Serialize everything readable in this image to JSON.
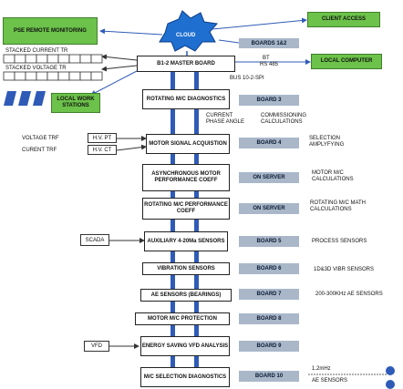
{
  "cloud": "CLOUD",
  "remote": "PSE REMOTE MONITORING",
  "client": "CLIENT ACCESS",
  "boards12": "BOARDS 1&2",
  "master": "B1-2 MASTER BOARD",
  "bt": "BT",
  "rs485": "RS 485",
  "local_computer": "LOCAL COMPUTER",
  "stacked_current": "STACKED CURRENT TR",
  "stacked_voltage": "STACKED VOLTAGE TR",
  "local_work": "LOCAL WORK STATIONS",
  "bus": "BUS 10-2-SPI",
  "rotating_diag": "ROTATING M/C DIAGNOSTICS",
  "board3": "BOARD 3",
  "current_phase": "CURRENT PHASE ANGLE",
  "commissioning": "COMMISSIONING CALCULATIONS",
  "voltage_trf": "VOLTAGE TRF",
  "current_trf": "CURENT TRF",
  "hv_pt": "H.V. PT",
  "hv_ct": "H.V. CT",
  "motor_signal": "MOTOR SIGNAL ACQUISTION",
  "board4": "BOARD 4",
  "selection": "SELECTION AMPLYFYING",
  "async_motor": "ASYNCHRONOUS MOTOR PERFORMANCE COEFF",
  "on_server_1": "ON SERVER",
  "motor_calc": "MOTOR M/C CALCULATIONS",
  "rot_perf": "ROTATING M/C PERFORMANCE COEFF",
  "on_server_2": "ON SERVER",
  "rot_math": "ROTATING M/C MATH CALCULATIONS",
  "scada": "SCADA",
  "aux": "AUXILIARY 4-20Ma SENSORS",
  "board5": "BOARD 5",
  "process": "PROCESS SENSORS",
  "vibration": "VIBRATION SENSORS",
  "board6": "BOARD 6",
  "vibr_note": "1D&3D VIBR SENSORS",
  "ae": "AE SENSORS (BEARINGS)",
  "board7": "BOARD 7",
  "ae_note": "200-300KHz AE SENSORS",
  "protection": "MOTOR M/C PROTECTION",
  "board8": "BOARD 8",
  "vfd": "VFD",
  "energy": "ENERGY SAVING VFD ANALYSIS",
  "board9": "BOARD 9",
  "mc_sel": "M/C SELECTION DIAGNOSTICS",
  "board10": "BOARD 10",
  "mhz": "1.2mHz",
  "ae_sensors": "AE SENSORS",
  "colors": {
    "bus": "#2f5bb7",
    "green": "#6cc24a",
    "gray": "#a9b7c9",
    "cloud": "#1e6fd0"
  }
}
